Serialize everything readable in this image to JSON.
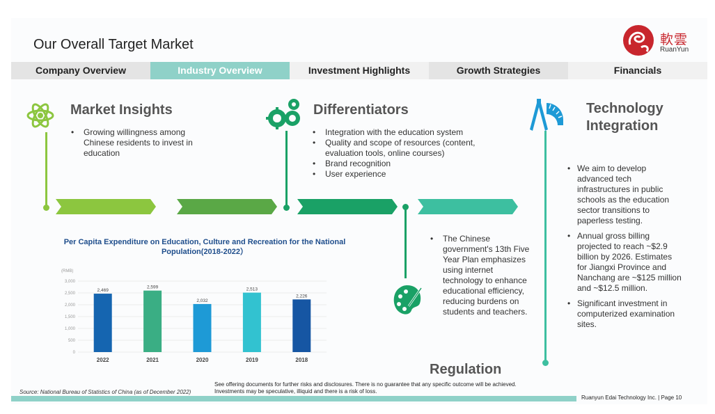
{
  "header": {
    "title": "Our Overall Target Market",
    "logo_cn": "軟雲",
    "logo_en": "RuanYun"
  },
  "nav": {
    "tabs": [
      {
        "label": "Company Overview"
      },
      {
        "label": "Industry Overview"
      },
      {
        "label": "Investment Highlights"
      },
      {
        "label": "Growth Strategies"
      },
      {
        "label": "Financials"
      }
    ],
    "active_index": 1
  },
  "market_insights": {
    "title": "Market Insights",
    "bullets": [
      "Growing willingness among Chinese residents to invest in education"
    ]
  },
  "differentiators": {
    "title": "Differentiators",
    "bullets": [
      "Integration with the education system",
      "Quality and scope of resources (content, evaluation tools, online courses)",
      "Brand recognition",
      "User experience"
    ]
  },
  "technology": {
    "title_line1": "Technology",
    "title_line2": "Integration",
    "bullets": [
      "We aim to develop advanced tech infrastructures in public schools as the education sector transitions to paperless testing.",
      "Annual gross billing projected to reach ~$2.9 billion by 2026. Estimates for Jiangxi Province and Nanchang are ~$125 million and ~$12.5 million.",
      "Significant investment in computerized examination sites."
    ]
  },
  "regulation": {
    "title": "Regulation",
    "bullets": [
      "The Chinese government's 13th Five Year Plan emphasizes using internet technology to enhance educational efficiency, reducing burdens on students and teachers."
    ]
  },
  "colors": {
    "light_green": "#8cc63f",
    "mid_green": "#5aa846",
    "green": "#1aa166",
    "teal": "#3dbfa0",
    "bar_dark_blue": "#1565b0",
    "bar_green": "#3aae84",
    "bar_blue": "#1e9ad6",
    "bar_cyan": "#32c2d0",
    "bar_navy": "#1656a3",
    "accent": "#8fd1c8"
  },
  "chart_data": {
    "type": "bar",
    "title": "Per Capita Expenditure on Education, Culture and Recreation for the National Population(2018-2022）",
    "ylabel": "(RMB)",
    "categories": [
      "2022",
      "2021",
      "2020",
      "2019",
      "2018"
    ],
    "values": [
      2469,
      2599,
      2032,
      2513,
      2226
    ],
    "value_labels": [
      "2,469",
      "2,599",
      "2,032",
      "2,513",
      "2,226"
    ],
    "yticks": [
      "0",
      "500",
      "1,000",
      "1,500",
      "2,000",
      "2,500",
      "3,000"
    ],
    "ylim": [
      0,
      3000
    ],
    "grid": true
  },
  "footer": {
    "disclaimer_line1": "See offering documents for further risks and disclosures. There is no guarantee that any specific outcome will be achieved.",
    "disclaimer_line2": "Investments may be speculative, illiquid and there is a risk of loss.",
    "source": "Source: National Bureau of Statistics of China (as of December 2022)",
    "page": "Ruanyun Edai Technology Inc. | Page 10"
  }
}
